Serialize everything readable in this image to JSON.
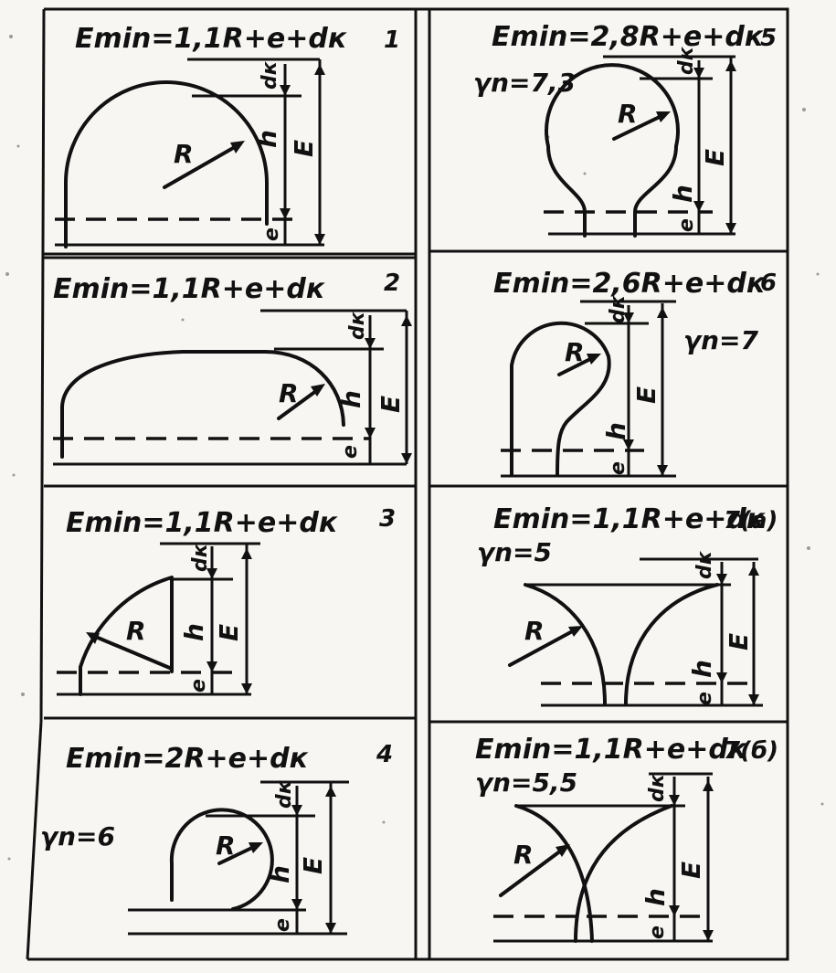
{
  "panels": [
    {
      "id": 1,
      "formula": "Emin=1,1R+e+dк",
      "number": "1",
      "gamma": ""
    },
    {
      "id": 2,
      "formula": "Emin=1,1R+e+dк",
      "number": "2",
      "gamma": ""
    },
    {
      "id": 3,
      "formula": "Emin=1,1R+e+dк",
      "number": "3",
      "gamma": ""
    },
    {
      "id": 4,
      "formula": "Emin=2R+e+dк",
      "number": "4",
      "gamma": "γn=6"
    },
    {
      "id": 5,
      "formula": "Emin=2,8R+e+dк",
      "number": "5",
      "gamma": "γn=7,3"
    },
    {
      "id": 6,
      "formula": "Emin=2,6R+e+dк",
      "number": "6",
      "gamma": "γn=7"
    },
    {
      "id": 7,
      "formula": "Emin=1,1R+e+dк",
      "number": "7(а)",
      "gamma": "γn=5"
    },
    {
      "id": 8,
      "formula": "Emin=1,1R+e+dк",
      "number": "7(б)",
      "gamma": "γn=5,5"
    }
  ],
  "labels": {
    "R": "R",
    "h": "h",
    "E": "E",
    "e": "e",
    "dk": "dк"
  }
}
